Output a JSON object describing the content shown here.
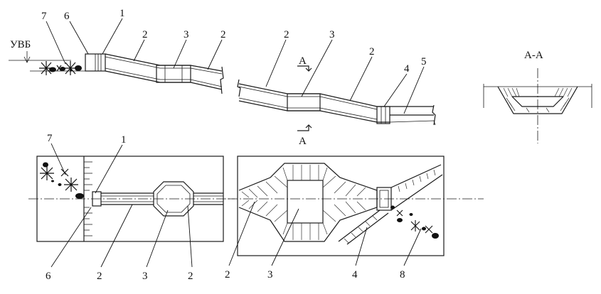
{
  "labels": {
    "uvb": "УВБ",
    "section_a_top": "А",
    "section_a_bottom": "А",
    "section_title": "А-А",
    "top_callouts": [
      "7",
      "6",
      "1",
      "2",
      "3",
      "2",
      "2",
      "3",
      "2",
      "4",
      "5"
    ],
    "bottom_callouts": [
      "7",
      "1",
      "6",
      "2",
      "3",
      "2",
      "2",
      "3",
      "4",
      "8"
    ]
  }
}
